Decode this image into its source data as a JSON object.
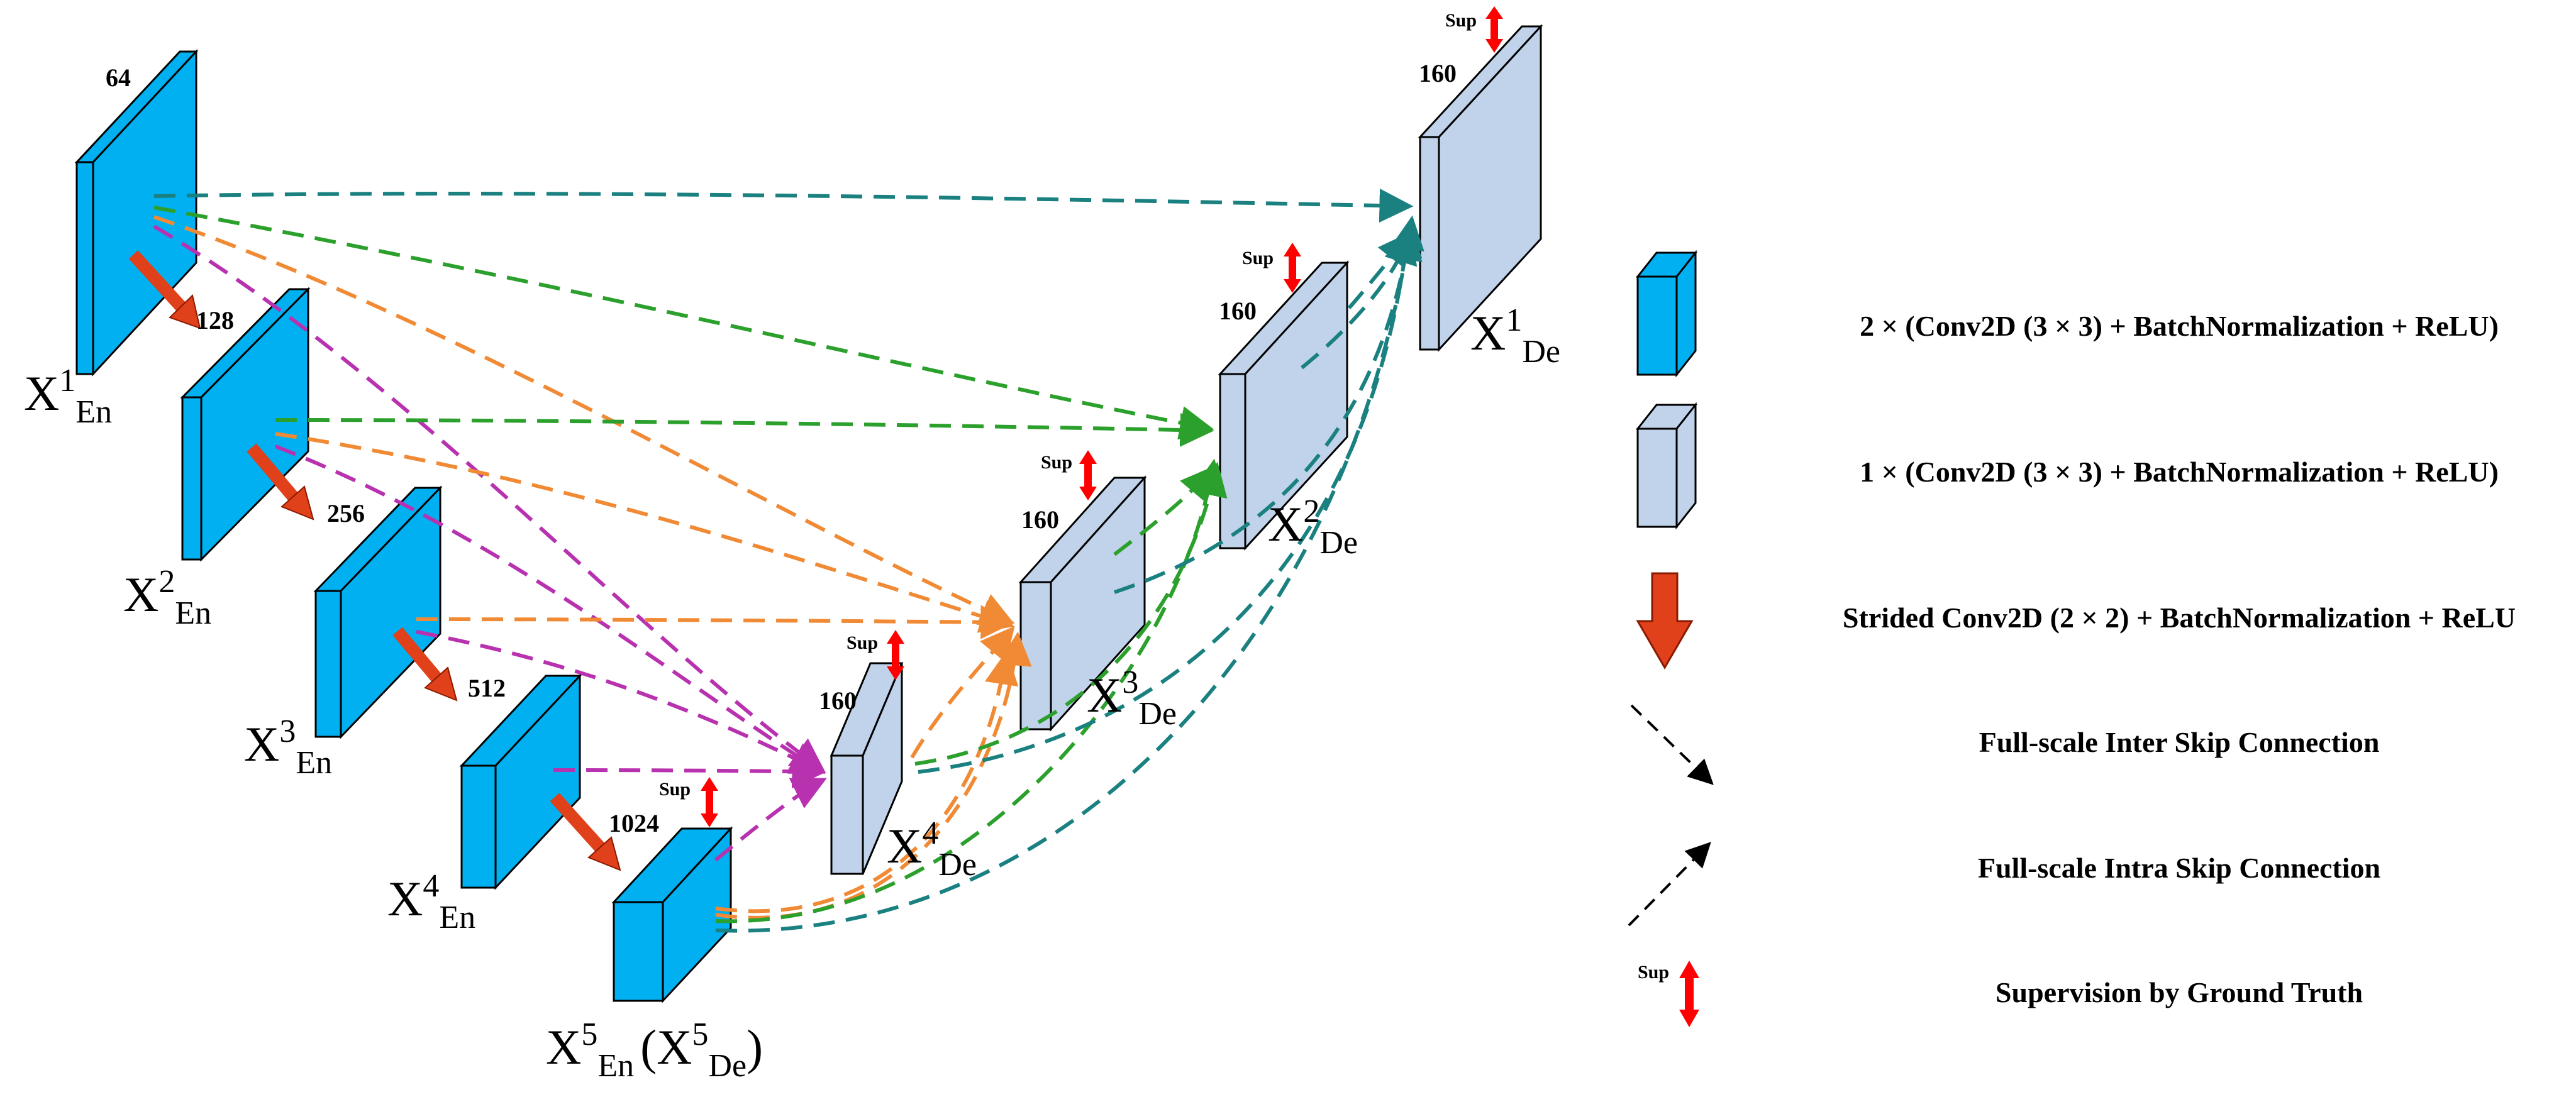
{
  "colors": {
    "encoder_fill": "#00b0f0",
    "decoder_fill": "#c0d3ea",
    "downsample_arrow": "#e0401a",
    "sup_arrow": "#ff0000",
    "skip_green": "#2ca02c",
    "skip_orange": "#f08a35",
    "skip_purple": "#b832b0",
    "skip_teal": "#1a8080"
  },
  "blocks": {
    "en1": {
      "channels": "64",
      "label": "X",
      "sup": "1",
      "sub": "En"
    },
    "en2": {
      "channels": "128",
      "label": "X",
      "sup": "2",
      "sub": "En"
    },
    "en3": {
      "channels": "256",
      "label": "X",
      "sup": "3",
      "sub": "En"
    },
    "en4": {
      "channels": "512",
      "label": "X",
      "sup": "4",
      "sub": "En"
    },
    "en5": {
      "channels": "1024",
      "label": "X",
      "sup": "5",
      "sub": "En",
      "paren_open": "(X",
      "paren_sup": "5",
      "paren_sub": "De",
      "paren_close": ")"
    },
    "de4": {
      "channels": "160",
      "label": "X",
      "sup": "4",
      "sub": "De"
    },
    "de3": {
      "channels": "160",
      "label": "X",
      "sup": "3",
      "sub": "De"
    },
    "de2": {
      "channels": "160",
      "label": "X",
      "sup": "2",
      "sub": "De"
    },
    "de1": {
      "channels": "160",
      "label": "X",
      "sup": "1",
      "sub": "De"
    }
  },
  "sup_label": "Sup",
  "legend": {
    "items": [
      {
        "icon": "encoder-block-icon",
        "text": "2 × (Conv2D (3 × 3) + BatchNormalization + ReLU)"
      },
      {
        "icon": "decoder-block-icon",
        "text": "1 × (Conv2D (3 × 3) + BatchNormalization + ReLU)"
      },
      {
        "icon": "down-arrow-icon",
        "text": "Strided Conv2D (2 × 2) + BatchNormalization + ReLU"
      },
      {
        "icon": "dashed-down-arrow-icon",
        "text": "Full-scale Inter Skip Connection"
      },
      {
        "icon": "dashed-up-arrow-icon",
        "text": "Full-scale Intra Skip Connection"
      },
      {
        "icon": "supervision-arrow-icon",
        "text": "Supervision by Ground Truth"
      }
    ]
  }
}
